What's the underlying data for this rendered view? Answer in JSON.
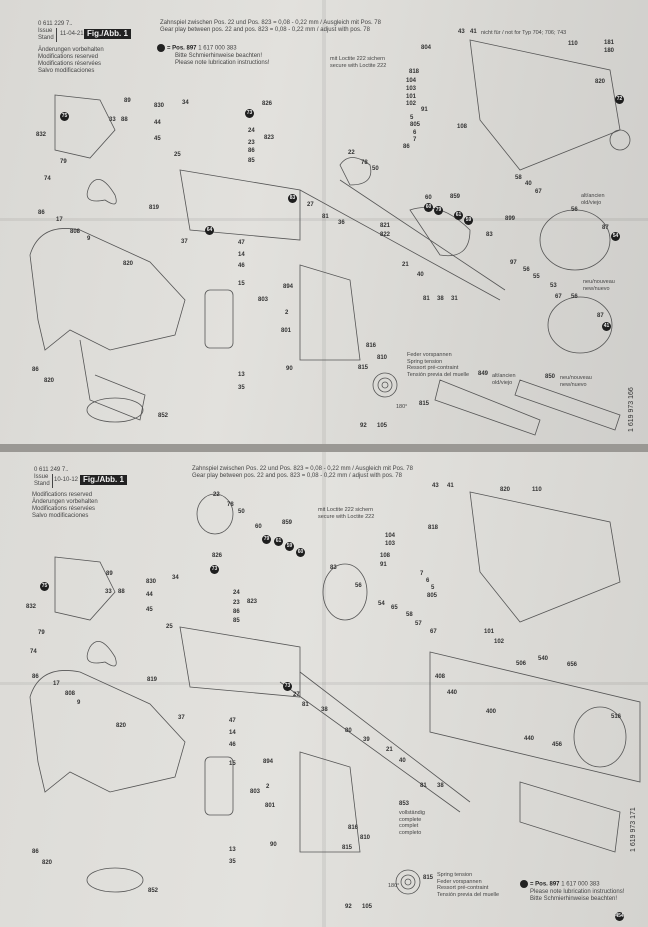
{
  "sheet1": {
    "part_number": "0 611 229 7..",
    "issue_label": "Issue\nStand",
    "issue_date": "11-04-21",
    "fig_label": "Fig./Abb. 1",
    "modifications": [
      "Änderungen vorbehalten",
      "Modifications reserved",
      "Modifications réservées",
      "Salvo modificaciones"
    ],
    "gear_play": [
      "Zahnspiel zwischen Pos. 22 und Pos. 823 = 0,08 - 0,22 mm / Ausgleich mit Pos. 78",
      "Gear play between pos. 22 and pos. 823 = 0,08 - 0,22 mm / adjust with pos. 78"
    ],
    "lubrication": {
      "pos": "= Pos. 897",
      "code": "1 617 000 383",
      "lines": [
        "Bitte Schmierhinweise beachten!",
        "Please note lubrication instructions!"
      ]
    },
    "loctite": [
      "mit Loctite 222 sichern",
      "secure with Loctite 222"
    ],
    "not_for": "nicht für / not for Typ 704; 706; 743",
    "spring_tension": [
      "Feder vorspannen",
      "Spring tension",
      "Ressort pré-contraint",
      "Tensión previa del muelle"
    ],
    "angle": "180°",
    "old_new": {
      "p821": "alt/ancien old/viejo",
      "p822": "neu/nouveau new/nuevo",
      "p849": "alt/ancien old/viejo",
      "p850": "neu/nouveau new/nuevo"
    },
    "doc_number": "1 619 973 166",
    "parts": [
      "89",
      "33",
      "88",
      "832",
      "79",
      "74",
      "830",
      "34",
      "826",
      "44",
      "45",
      "24",
      "823",
      "23",
      "25",
      "86",
      "85",
      "819",
      "37",
      "47",
      "14",
      "46",
      "15",
      "803",
      "13",
      "35",
      "852",
      "86",
      "17",
      "808",
      "9",
      "820",
      "86",
      "820",
      "27",
      "81",
      "36",
      "821",
      "822",
      "894",
      "2",
      "801",
      "90",
      "816",
      "810",
      "815",
      "92",
      "105",
      "21",
      "40",
      "81",
      "38",
      "31",
      "22",
      "78",
      "50",
      "804",
      "818",
      "104",
      "103",
      "101",
      "102",
      "91",
      "5",
      "805",
      "6",
      "7",
      "86",
      "108",
      "43",
      "41",
      "110",
      "181",
      "180",
      "820",
      "60",
      "859",
      "83",
      "899",
      "56",
      "67",
      "58",
      "40",
      "87",
      "97",
      "56",
      "55",
      "53",
      "67",
      "56",
      "87",
      "849",
      "850",
      "815"
    ],
    "markers": [
      "75",
      "73",
      "72",
      "60",
      "79",
      "61",
      "59",
      "64",
      "54",
      "41",
      "83"
    ]
  },
  "sheet2": {
    "part_number": "0 611 249 7..",
    "issue_label": "Issue\nStand",
    "issue_date": "10-10-12",
    "fig_label": "Fig./Abb. 1",
    "modifications": [
      "Modifications reserved",
      "Änderungen vorbehalten",
      "Modifications réservées",
      "Salvo modificaciones"
    ],
    "gear_play": [
      "Zahnspiel zwischen Pos. 22 und Pos. 823 = 0,08 - 0,22 mm / Ausgleich mit Pos. 78",
      "Gear play between pos. 22 and pos. 823 = 0,08 - 0,22 mm / adjust with pos. 78"
    ],
    "loctite": [
      "mit Loctite 222 sichern",
      "secure with Loctite 222"
    ],
    "complete": [
      "vollständig",
      "complete",
      "complet",
      "completo"
    ],
    "spring_tension": [
      "Spring tension",
      "Feder vorspannen",
      "Ressort pré-contraint",
      "Tensión previa del muelle"
    ],
    "angle": "180°",
    "lubrication": {
      "pos": "= Pos. 897",
      "code": "1 617 000 383",
      "lines": [
        "Please note lubrication instructions!",
        "Bitte Schmierhinweise beachten!"
      ]
    },
    "doc_number": "1 619 973 171",
    "parts": [
      "22",
      "78",
      "50",
      "89",
      "33",
      "88",
      "832",
      "79",
      "830",
      "34",
      "826",
      "44",
      "45",
      "24",
      "823",
      "23",
      "25",
      "86",
      "85",
      "74",
      "819",
      "37",
      "47",
      "14",
      "46",
      "15",
      "803",
      "13",
      "35",
      "852",
      "86",
      "17",
      "808",
      "9",
      "820",
      "86",
      "820",
      "60",
      "859",
      "83",
      "56",
      "54",
      "65",
      "58",
      "57",
      "67",
      "27",
      "81",
      "38",
      "80",
      "39",
      "21",
      "40",
      "81",
      "38",
      "894",
      "2",
      "801",
      "90",
      "816",
      "810",
      "815",
      "92",
      "105",
      "853",
      "818",
      "104",
      "103",
      "108",
      "91",
      "7",
      "6",
      "5",
      "805",
      "43",
      "41",
      "820",
      "110",
      "101",
      "102",
      "506",
      "540",
      "656",
      "408",
      "440",
      "400",
      "516",
      "440",
      "456",
      "815"
    ],
    "markers": [
      "75",
      "73",
      "79",
      "61",
      "59",
      "60",
      "73",
      "454"
    ]
  }
}
